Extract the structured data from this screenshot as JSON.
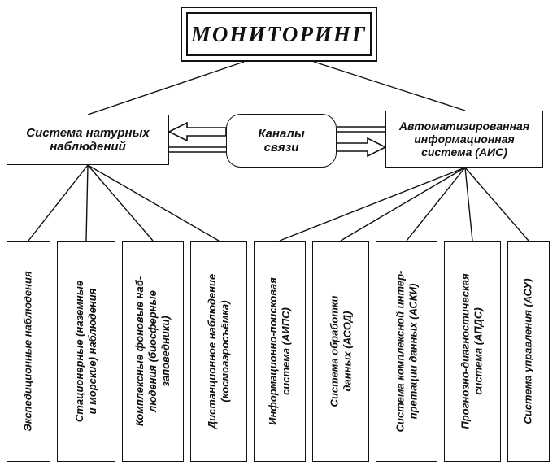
{
  "title": "МОНИТОРИНГ",
  "natural_system": [
    "Система натурных",
    "наблюдений"
  ],
  "channels": [
    "Каналы",
    "связи"
  ],
  "ais": [
    "Автоматизированная",
    "информационная",
    "система (АИС)"
  ],
  "natural_children": [
    [
      "Экспедиционные наблюдения"
    ],
    [
      "Стационерные (наземные",
      "и морские) наблюдения"
    ],
    [
      "Комплексные фоновые наб-",
      "людения (биосферные",
      "заповедники)"
    ],
    [
      "Дистанционное наблюдение",
      "(космоаэросъёмка)"
    ]
  ],
  "ais_children": [
    [
      "Информационно-поисковая",
      "система (АИПС)"
    ],
    [
      "Система обработки",
      "данных (АСОД)"
    ],
    [
      "Система комплексной интер-",
      "претации данных (АСКИ)"
    ],
    [
      "Прогнозно-диагностическая",
      "система (АПДС)"
    ],
    [
      "Система управления (АСУ)"
    ]
  ]
}
